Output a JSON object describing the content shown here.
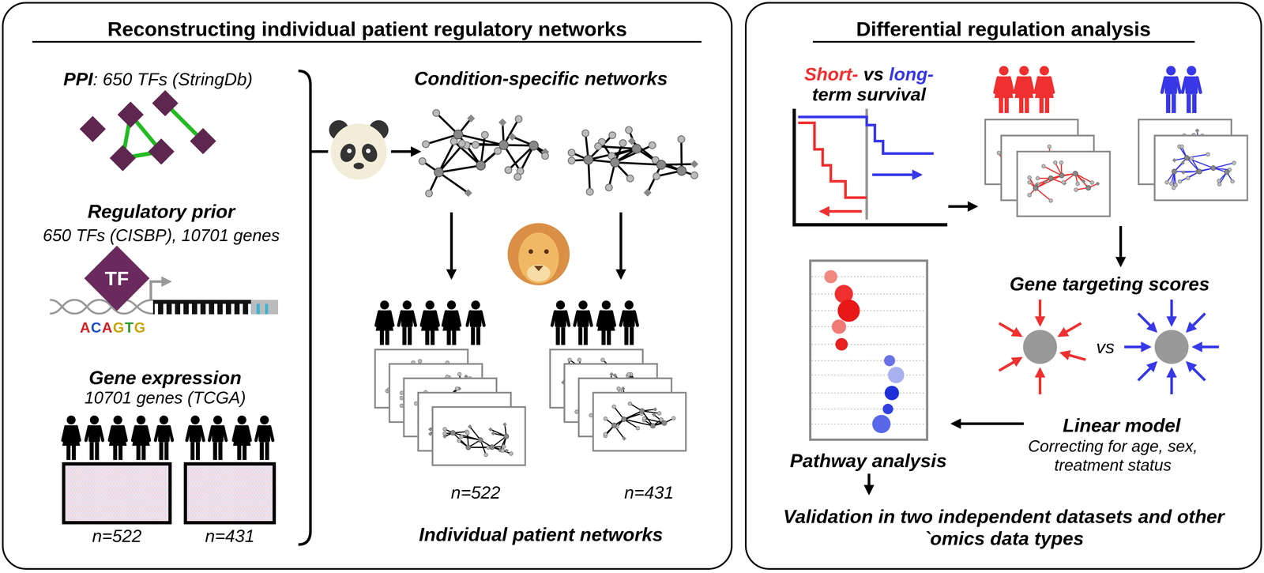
{
  "diagram": {
    "nodes": [
      {
        "text": [
          "Reconstructing individual patient regulatory networks"
        ]
      },
      {
        "text": [
          "Differential regulation analysis"
        ]
      },
      {
        "text": [
          "TF"
        ],
        "in": 0
      }
    ],
    "labels": [
      "PPI",
      ": 650 TFs (StringDb)",
      "Regulatory prior",
      "650 TFs (CISBP), 10701 genes",
      "ACAGTG",
      "Gene expression",
      "10701 genes (TCGA)",
      "n=522",
      "n=431",
      "Condition-specific networks",
      "n=522",
      "n=431",
      "Individual patient networks",
      "Short-",
      "vs",
      "long-",
      "term survival",
      "Gene targeting scores",
      "vs",
      "Linear model",
      "Correcting for age, sex, treatment status",
      "Pathway analysis",
      "Validation in two independent datasets and other `omics data types"
    ]
  }
}
